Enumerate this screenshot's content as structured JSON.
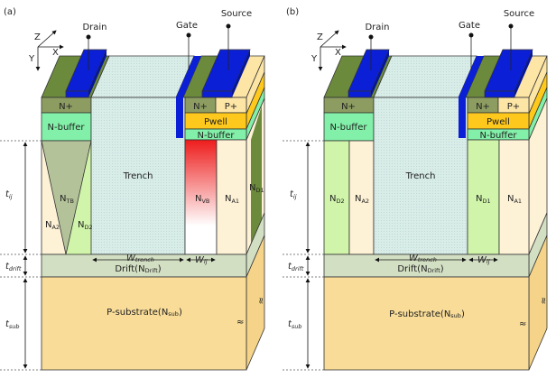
{
  "panels": [
    {
      "tag": "(a)",
      "terminals": {
        "drain": "Drain",
        "gate": "Gate",
        "source": "Source"
      },
      "axes": {
        "z": "Z",
        "x": "X",
        "y": "Y"
      },
      "layers": {
        "nplus_left": "N+",
        "nbuffer_left": "N-buffer",
        "trench": "Trench",
        "nplus_right": "N+",
        "pplus": "P+",
        "pwell": "Pwell",
        "nbuffer_right": "N-buffer",
        "drift": {
          "main": "Drift(N",
          "sub": "Drift",
          "end": ")"
        },
        "substrate": {
          "main": "P-substrate(N",
          "sub": "sub",
          "end": ")"
        }
      },
      "regions": {
        "ntb": {
          "main": "N",
          "sub": "TB"
        },
        "na2": {
          "main": "N",
          "sub": "A2"
        },
        "nd2": {
          "main": "N",
          "sub": "D2"
        },
        "nvb": {
          "main": "N",
          "sub": "VB"
        },
        "na1": {
          "main": "N",
          "sub": "A1"
        },
        "nd1": {
          "main": "N",
          "sub": "D1"
        }
      },
      "dimensions": {
        "tij": {
          "main": "t",
          "sub": "ij"
        },
        "tdrift": {
          "main": "t",
          "sub": "drift"
        },
        "tsub": {
          "main": "t",
          "sub": "sub"
        },
        "wtrench": {
          "main": "W",
          "sub": "trench"
        },
        "wij": {
          "main": "W",
          "sub": "ij"
        }
      },
      "break_symbol": "≈"
    },
    {
      "tag": "(b)",
      "terminals": {
        "drain": "Drain",
        "gate": "Gate",
        "source": "Source"
      },
      "axes": {
        "z": "Z",
        "x": "X",
        "y": "Y"
      },
      "layers": {
        "nplus_left": "N+",
        "nbuffer_left": "N-buffer",
        "trench": "Trench",
        "nplus_right": "N+",
        "pplus": "P+",
        "pwell": "Pwell",
        "nbuffer_right": "N-buffer",
        "drift": {
          "main": "Drift(N",
          "sub": "Drift",
          "end": ")"
        },
        "substrate": {
          "main": "P-substrate(N",
          "sub": "sub",
          "end": ")"
        }
      },
      "regions": {
        "nd2": {
          "main": "N",
          "sub": "D2"
        },
        "na2": {
          "main": "N",
          "sub": "A2"
        },
        "nd1": {
          "main": "N",
          "sub": "D1"
        },
        "na1": {
          "main": "N",
          "sub": "A1"
        }
      },
      "dimensions": {
        "tij": {
          "main": "t",
          "sub": "ij"
        },
        "tdrift": {
          "main": "t",
          "sub": "drift"
        },
        "tsub": {
          "main": "t",
          "sub": "sub"
        },
        "wtrench": {
          "main": "W",
          "sub": "trench"
        },
        "wij": {
          "main": "W",
          "sub": "ij"
        }
      },
      "break_symbol": "≈"
    }
  ],
  "colors": {
    "electrode": "#0a1fd6",
    "nplus": "#8d9d62",
    "nplus_top": "#6c8a3c",
    "nbuffer": "#82f0a8",
    "pwell": "#fec81c",
    "pplus": "#fde5a6",
    "trench": "#d8ece8",
    "drift": "#d3dfc3",
    "substrate": "#f8dc98",
    "na": "#fdf1d6",
    "nd": "#cff4aa",
    "ntb": "#b3c299",
    "nvb": "#ee1c1c"
  }
}
